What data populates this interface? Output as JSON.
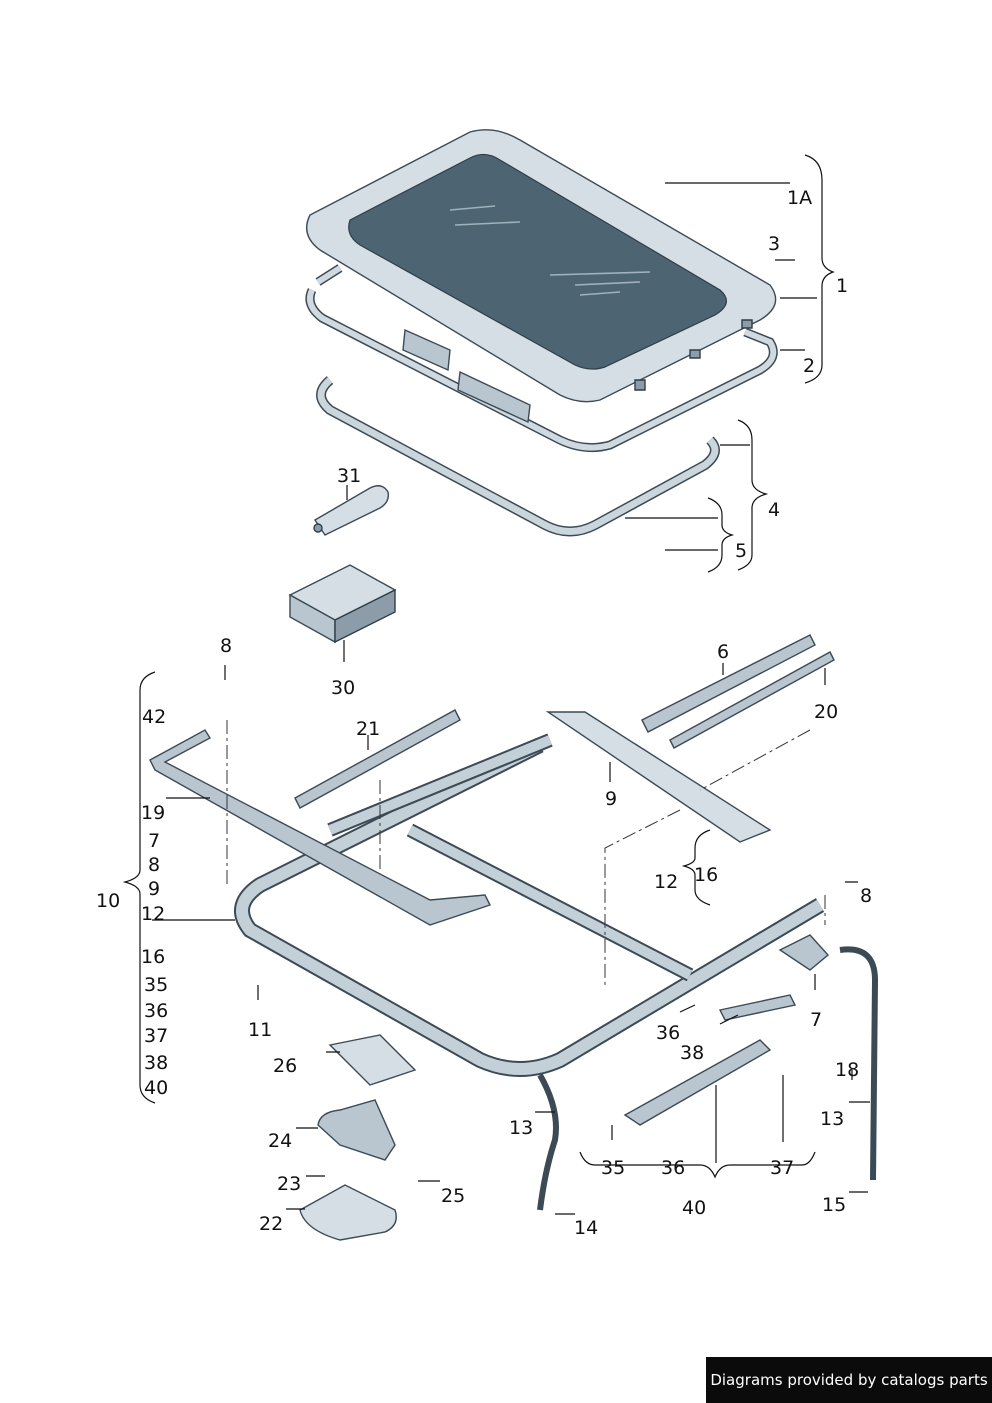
{
  "labels": {
    "l1A": "1A",
    "l1": "1",
    "l2": "2",
    "l3": "3",
    "l4": "4",
    "l5": "5",
    "l31": "31",
    "l30": "30",
    "l8a": "8",
    "l42": "42",
    "l21": "21",
    "l6": "6",
    "l20": "20",
    "l9": "9",
    "l19": "19",
    "l7a": "7",
    "l8b": "8",
    "l9b": "9",
    "l10": "10",
    "l12a": "12",
    "l16a": "16",
    "l35a": "35",
    "l36a": "36",
    "l37a": "37",
    "l38a": "38",
    "l40a": "40",
    "l12b": "12",
    "l16b": "16",
    "l8c": "8",
    "l11": "11",
    "l26": "26",
    "l24": "24",
    "l23": "23",
    "l25": "25",
    "l22": "22",
    "l13a": "13",
    "l14": "14",
    "l36b": "36",
    "l38b": "38",
    "l7b": "7",
    "l18": "18",
    "l13b": "13",
    "l15": "15",
    "l35b": "35",
    "l36c": "36",
    "l37b": "37",
    "l40b": "40"
  },
  "footer": {
    "text": "Diagrams provided by catalogs parts"
  },
  "colors": {
    "part": "#b9c6cf",
    "glass": "#4d6573",
    "outline": "#3b4a55"
  }
}
